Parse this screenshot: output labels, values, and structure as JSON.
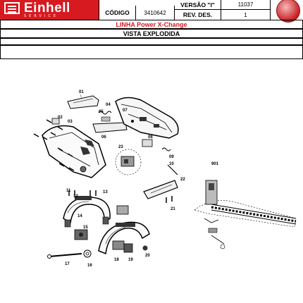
{
  "header": {
    "logo_text": "Einhell",
    "logo_sub": "SERVICE",
    "code_label": "CÓDIGO",
    "code_value": "3410642",
    "version_label": "VERSÃO \"I\"",
    "version_value": "11037",
    "rev_label": "REV. DES.",
    "rev_value": "1"
  },
  "line_title": "LINHA Power X-Change",
  "view_title": "VISTA EXPLODIDA",
  "colors": {
    "brand_red": "#d71920",
    "line_title_red": "#d71920"
  },
  "part_labels": [
    "01",
    "02",
    "03",
    "04",
    "05",
    "06",
    "07",
    "08",
    "09",
    "10",
    "11",
    "12",
    "13",
    "14",
    "15",
    "16",
    "17",
    "18",
    "19",
    "20",
    "21",
    "22",
    "23",
    "901"
  ]
}
